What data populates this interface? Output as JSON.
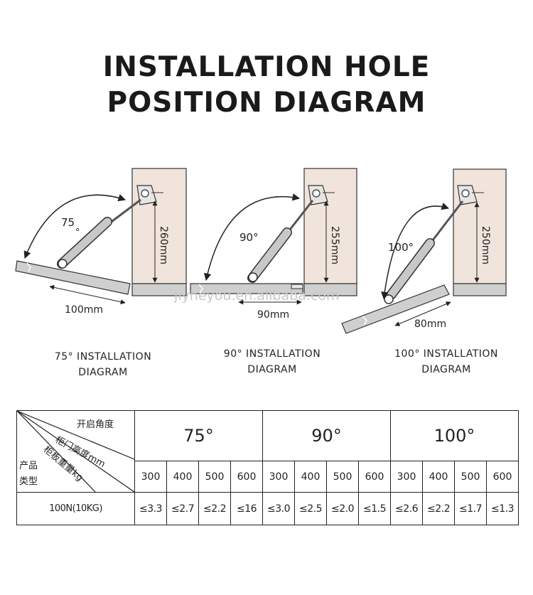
{
  "title": {
    "line1": "INSTALLATION HOLE",
    "line2": "POSITION DIAGRAM"
  },
  "diagrams": [
    {
      "angle_label": "75",
      "angle_sup": "°",
      "height_label": "260mm",
      "width_label": "100mm",
      "caption_line1": "75° INSTALLATION",
      "caption_line2": "DIAGRAM"
    },
    {
      "angle_label": "90°",
      "height_label": "255mm",
      "width_label": "90mm",
      "caption_line1": "90° INSTALLATION",
      "caption_line2": "DIAGRAM"
    },
    {
      "angle_label": "100°",
      "height_label": "250mm",
      "width_label": "80mm",
      "caption_line1": "100° INSTALLATION",
      "caption_line2": "DIAGRAM"
    }
  ],
  "watermark": "jiyheyou.en.alibaba.com",
  "table": {
    "header_open_angle": "开启角度",
    "header_door_height": "柜门高度mm",
    "header_panel_weight": "柜板重量kg",
    "header_product_type_line1": "产品",
    "header_product_type_line2": "类型",
    "angles": [
      "75°",
      "90°",
      "100°"
    ],
    "heights": [
      "300",
      "400",
      "500",
      "600",
      "300",
      "400",
      "500",
      "600",
      "300",
      "400",
      "500",
      "600"
    ],
    "rows": [
      {
        "product": "100N(10KG)",
        "values": [
          "≤3.3",
          "≤2.7",
          "≤2.2",
          "≤16",
          "≤3.0",
          "≤2.5",
          "≤2.0",
          "≤1.5",
          "≤2.6",
          "≤2.2",
          "≤1.7",
          "≤1.3"
        ]
      }
    ]
  },
  "colors": {
    "cabinet_fill": "#f1e4dc",
    "shelf_fill": "#cfcfcf",
    "strut_fill": "#c8c8c8",
    "line": "#333333"
  }
}
